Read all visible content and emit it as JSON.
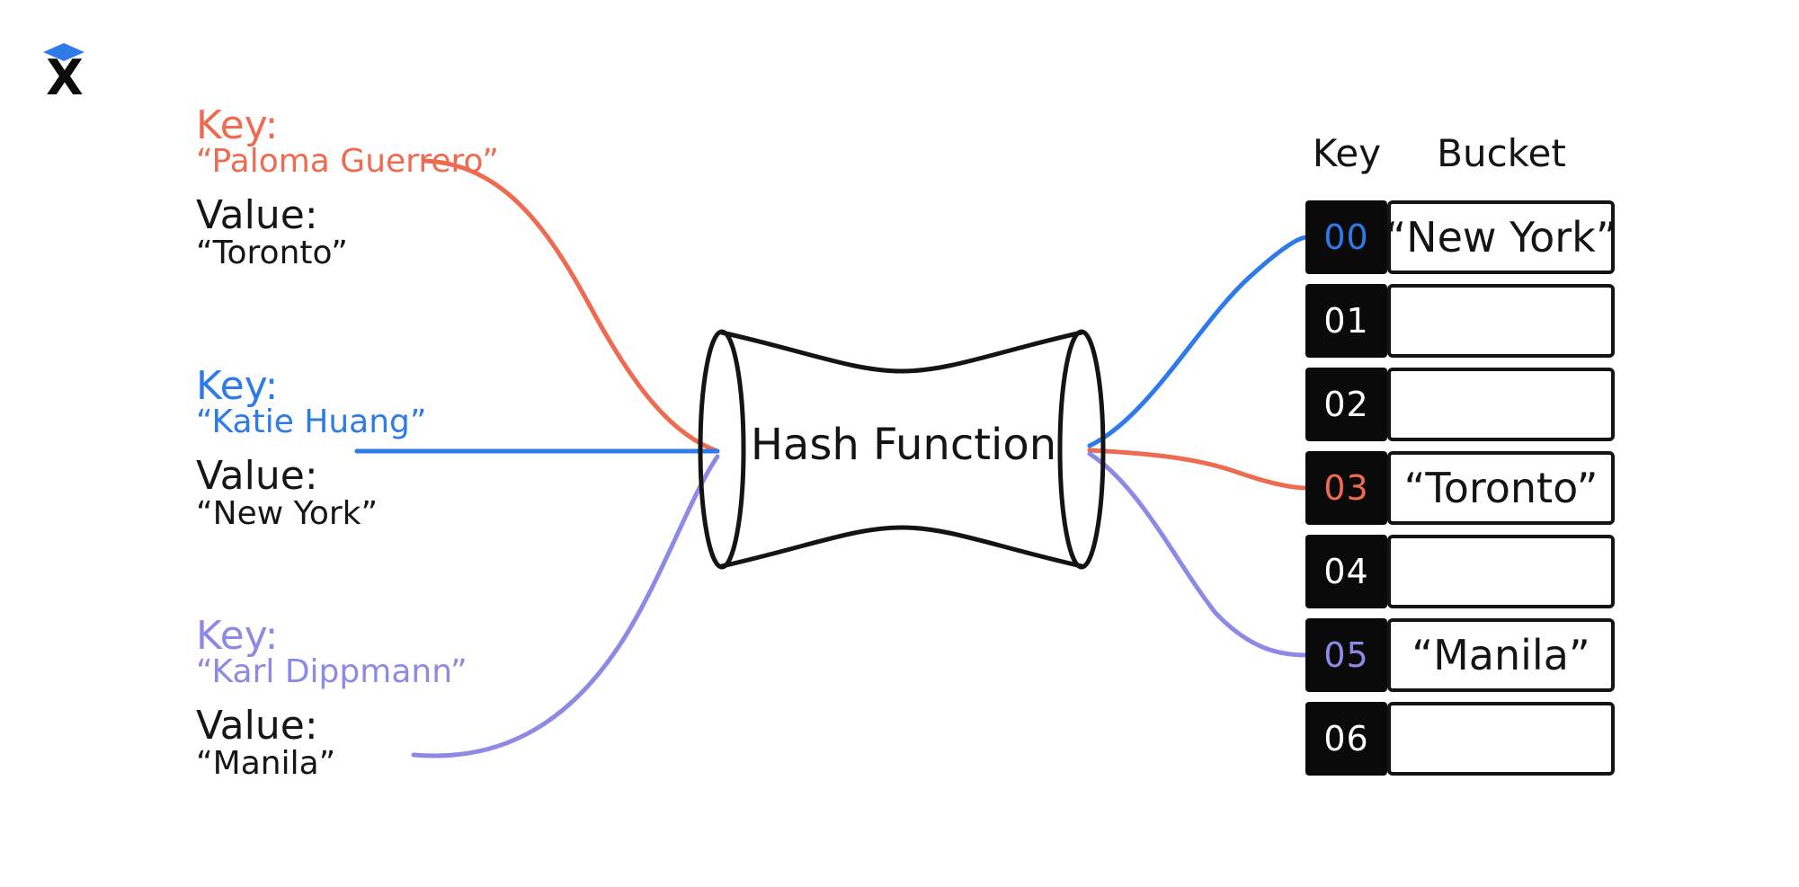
{
  "logo": {
    "letter": "X",
    "icon": "diamond-cap"
  },
  "colors": {
    "red": "#ee6a50",
    "blue": "#2e7ae8",
    "purple": "#8d8ae6",
    "ink": "#141414",
    "key_box_bg": "#0a0a0a",
    "key_text_default": "#ffffff",
    "logo_diamond": "#2e7ae8"
  },
  "inputs": [
    {
      "key_label": "Key:",
      "key_value": "“Paloma Guerrero”",
      "value_label": "Value:",
      "value_value": "“Toronto”",
      "color": "#ee6a50"
    },
    {
      "key_label": "Key:",
      "key_value": "“Katie Huang”",
      "value_label": "Value:",
      "value_value": "“New York”",
      "color": "#2e7ae8"
    },
    {
      "key_label": "Key:",
      "key_value": "“Karl Dippmann”",
      "value_label": "Value:",
      "value_value": "“Manila”",
      "color": "#8d8ae6"
    }
  ],
  "hash_function": {
    "label": "Hash Function"
  },
  "table": {
    "key_header": "Key",
    "bucket_header": "Bucket",
    "rows": [
      {
        "key": "00",
        "bucket": "“New York”",
        "key_color": "#2e7ae8"
      },
      {
        "key": "01",
        "bucket": "",
        "key_color": "#ffffff"
      },
      {
        "key": "02",
        "bucket": "",
        "key_color": "#ffffff"
      },
      {
        "key": "03",
        "bucket": "“Toronto”",
        "key_color": "#ee6a50"
      },
      {
        "key": "04",
        "bucket": "",
        "key_color": "#ffffff"
      },
      {
        "key": "05",
        "bucket": "“Manila”",
        "key_color": "#8d8ae6"
      },
      {
        "key": "06",
        "bucket": "",
        "key_color": "#ffffff"
      }
    ]
  }
}
